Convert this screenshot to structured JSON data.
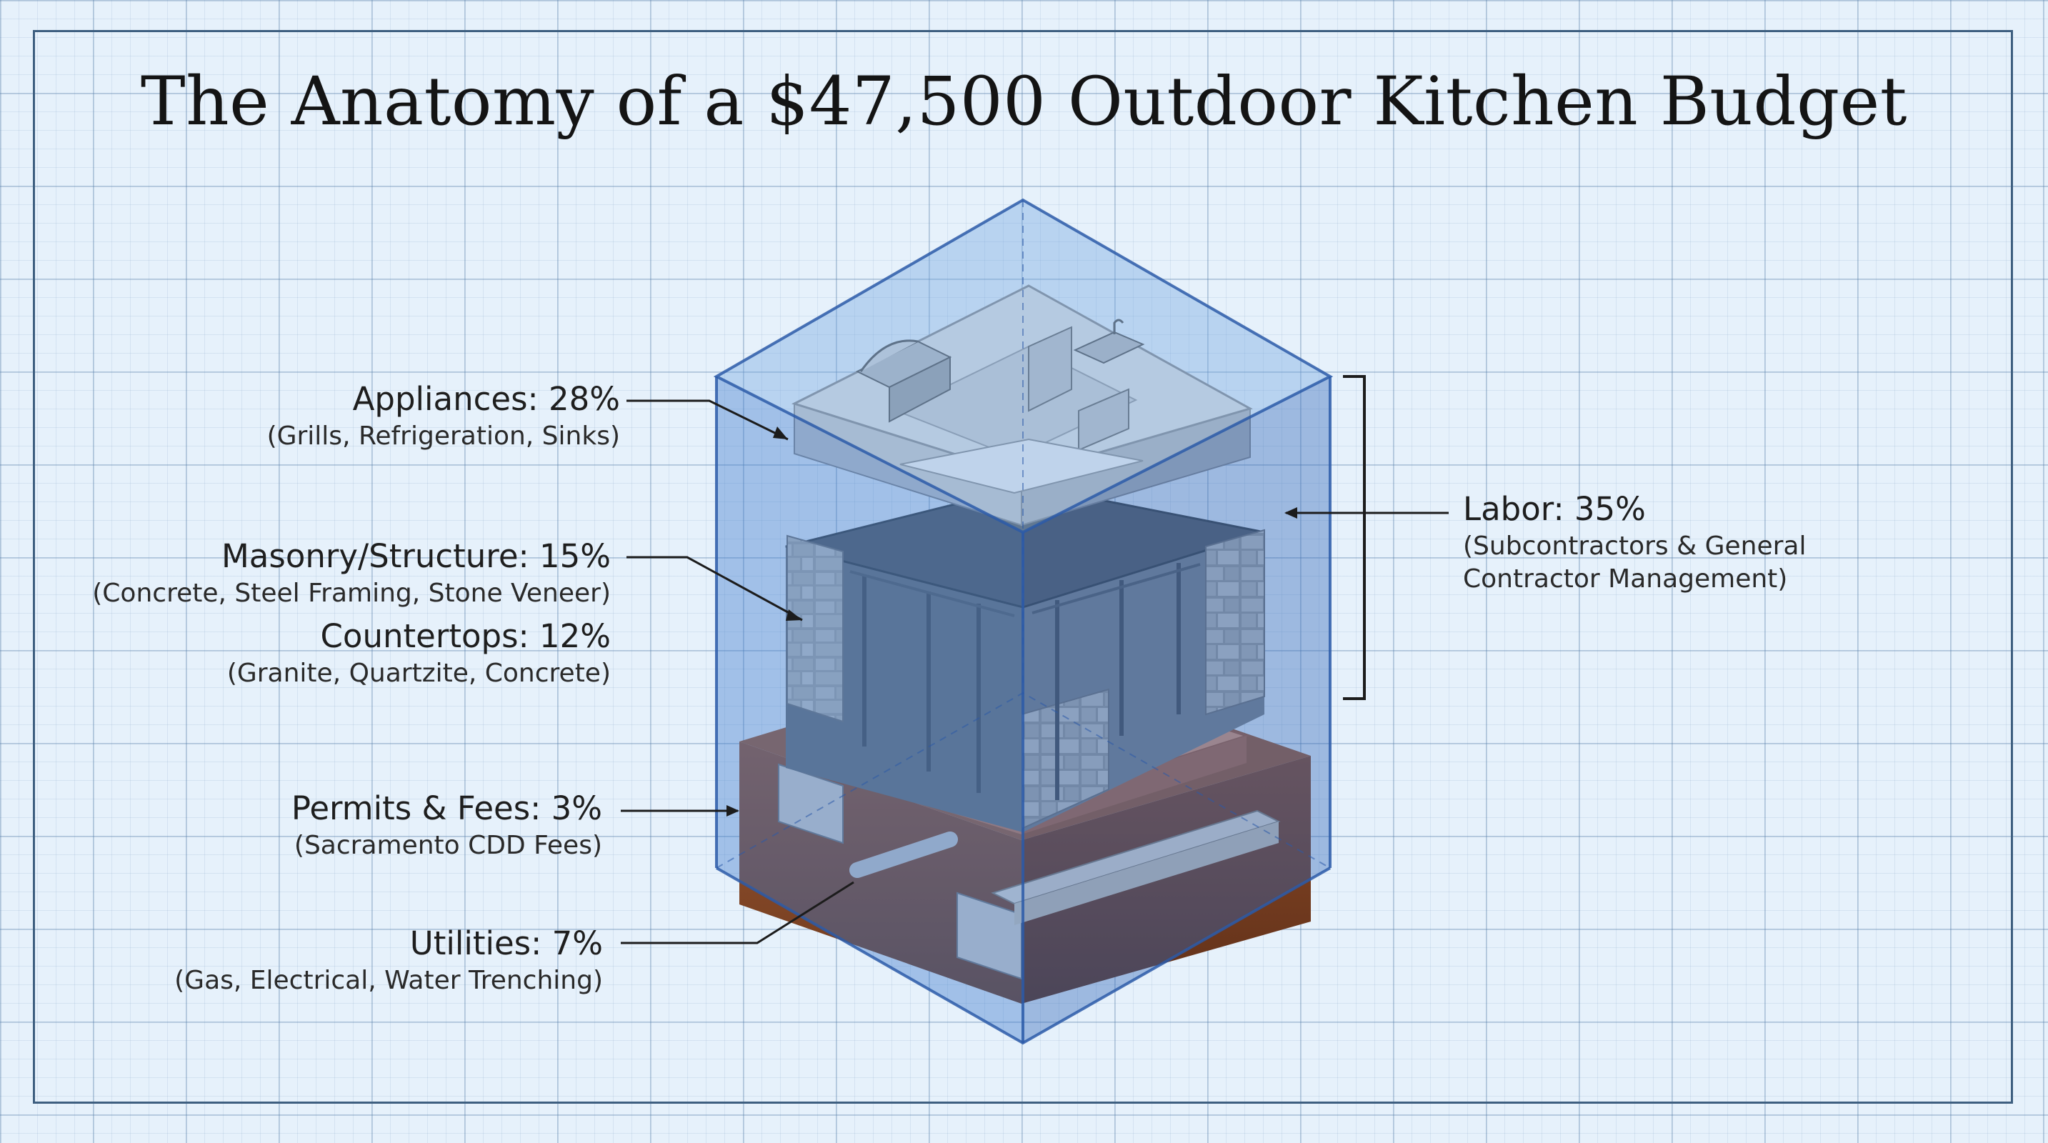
{
  "title": "The Anatomy of a $47,500 Outdoor Kitchen Budget",
  "callouts": {
    "appliances": {
      "label": "Appliances: 28%",
      "detail": "(Grills, Refrigeration, Sinks)",
      "percent": 28
    },
    "masonry": {
      "label": "Masonry/Structure: 15%",
      "detail": "(Concrete, Steel Framing, Stone Veneer)",
      "percent": 15
    },
    "countertops": {
      "label": "Countertops: 12%",
      "detail": "(Granite, Quartzite, Concrete)",
      "percent": 12
    },
    "permits": {
      "label": "Permits & Fees: 3%",
      "detail": "(Sacramento CDD Fees)",
      "percent": 3
    },
    "utilities": {
      "label": "Utilities: 7%",
      "detail": "(Gas, Electrical, Water Trenching)",
      "percent": 7
    },
    "labor": {
      "label": "Labor: 35%",
      "detail_line1": "(Subcontractors & General",
      "detail_line2": "Contractor Management)",
      "percent": 35
    }
  },
  "colors": {
    "glass_box": "#3f7fd0",
    "glass_edge": "#2c5aa8",
    "soil": "#8a4b28",
    "concrete_pad": "#d9875f",
    "stone": "#b9b9b5",
    "framing": "#7f8388",
    "countertop": "#dedfe0"
  }
}
